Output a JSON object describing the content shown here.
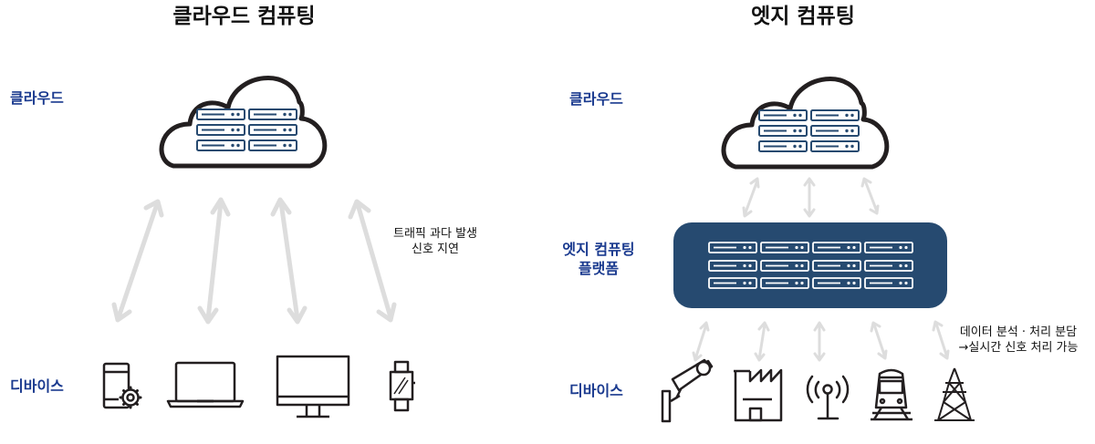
{
  "left": {
    "title": "클라우드 컴퓨팅",
    "tier_cloud": "클라우드",
    "tier_device": "디바이스",
    "note_line1": "트래픽 과다 발생",
    "note_line2": "신호 지연"
  },
  "right": {
    "title": "엣지 컴퓨팅",
    "tier_cloud": "클라우드",
    "tier_edge_line1": "엣지 컴퓨팅",
    "tier_edge_line2": "플랫폼",
    "tier_device": "디바이스",
    "note_line1": "데이터 분석 · 처리 분담",
    "note_line2": "→실시간 신호 처리 가능"
  },
  "icons": {
    "left_devices": [
      "mobile-settings-icon",
      "laptop-icon",
      "monitor-icon",
      "smartwatch-icon"
    ],
    "right_devices": [
      "cctv-camera-icon",
      "factory-icon",
      "antenna-icon",
      "train-icon",
      "power-tower-icon"
    ]
  },
  "colors": {
    "tier_label": "#1a3a8f",
    "edge_platform": "#264a70",
    "arrow": "#dddddd",
    "outline": "#231f20"
  }
}
